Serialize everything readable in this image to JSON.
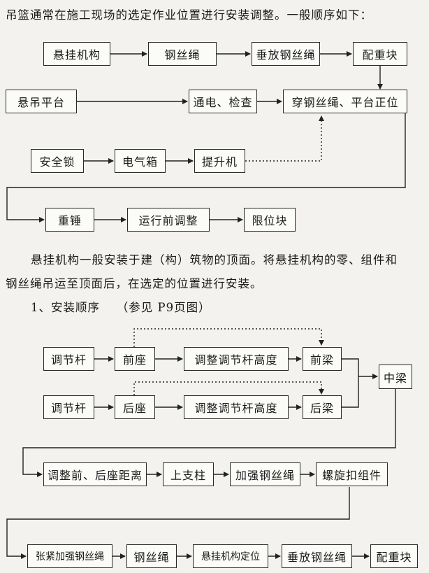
{
  "intro_text": "吊篮通常在施工现场的选定作业位置进行安装调整。一般顺序如下：",
  "flow1": {
    "suspension_mechanism": "悬挂机构",
    "wire_rope": "钢丝绳",
    "lower_wire_rope": "垂放钢丝绳",
    "counterweight": "配重块",
    "platform": "悬吊平台",
    "power_check": "通电、检查",
    "thread_rope_position": "穿钢丝绳、平台正位",
    "safety_lock": "安全锁",
    "electric_box": "电气箱",
    "hoist": "提升机",
    "heavy_hammer": "重锤",
    "pre_run_adjust": "运行前调整",
    "limit_block": "限位块"
  },
  "para1_line1": "悬挂机构一般安装于建（构）筑物的顶面。将悬挂机构的零、组件和",
  "para1_line2": "钢丝绳吊运至顶面后，在选定的位置进行安装。",
  "section_heading": "1、安装顺序　 （参见 P9页图）",
  "flow2": {
    "adjust_rod_1": "调节杆",
    "front_base": "前座",
    "adjust_height_1": "调整调节杆高度",
    "front_beam": "前梁",
    "middle_beam": "中梁",
    "adjust_rod_2": "调节杆",
    "rear_base": "后座",
    "adjust_height_2": "调整调节杆高度",
    "rear_beam": "后梁",
    "adjust_distance": "调整前、后座距离",
    "upper_pillar": "上支柱",
    "reinforce_rope": "加强钢丝绳",
    "turnbuckle": "螺旋扣组件",
    "tension_reinforce_rope": "张紧加强钢丝绳",
    "wire_rope": "钢丝绳",
    "suspension_positioning": "悬挂机构定位",
    "lower_wire_rope": "垂放钢丝绳",
    "counterweight": "配重块"
  }
}
